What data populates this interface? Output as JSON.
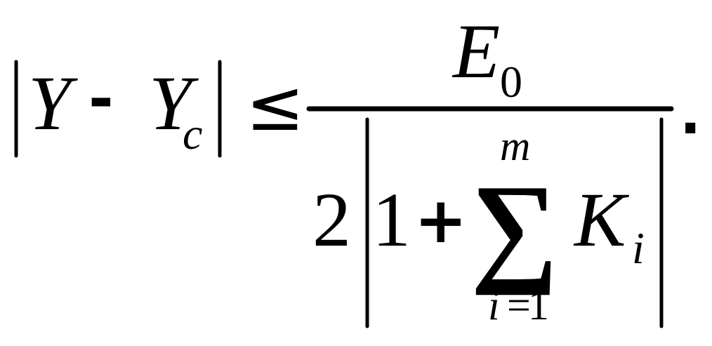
{
  "formula": {
    "lhs": {
      "var": "Y",
      "minus": "-",
      "sub_var": "Y",
      "sub_index": "c"
    },
    "relation": "≤",
    "numerator": {
      "var": "E",
      "index": "0"
    },
    "denominator": {
      "coef": "2",
      "one": "1",
      "plus": "+",
      "sum_symbol": "∑",
      "upper_limit": "m",
      "lower_var": "i",
      "lower_eq": "=",
      "lower_val": "1",
      "term_var": "K",
      "term_index": "i"
    },
    "period": "."
  }
}
